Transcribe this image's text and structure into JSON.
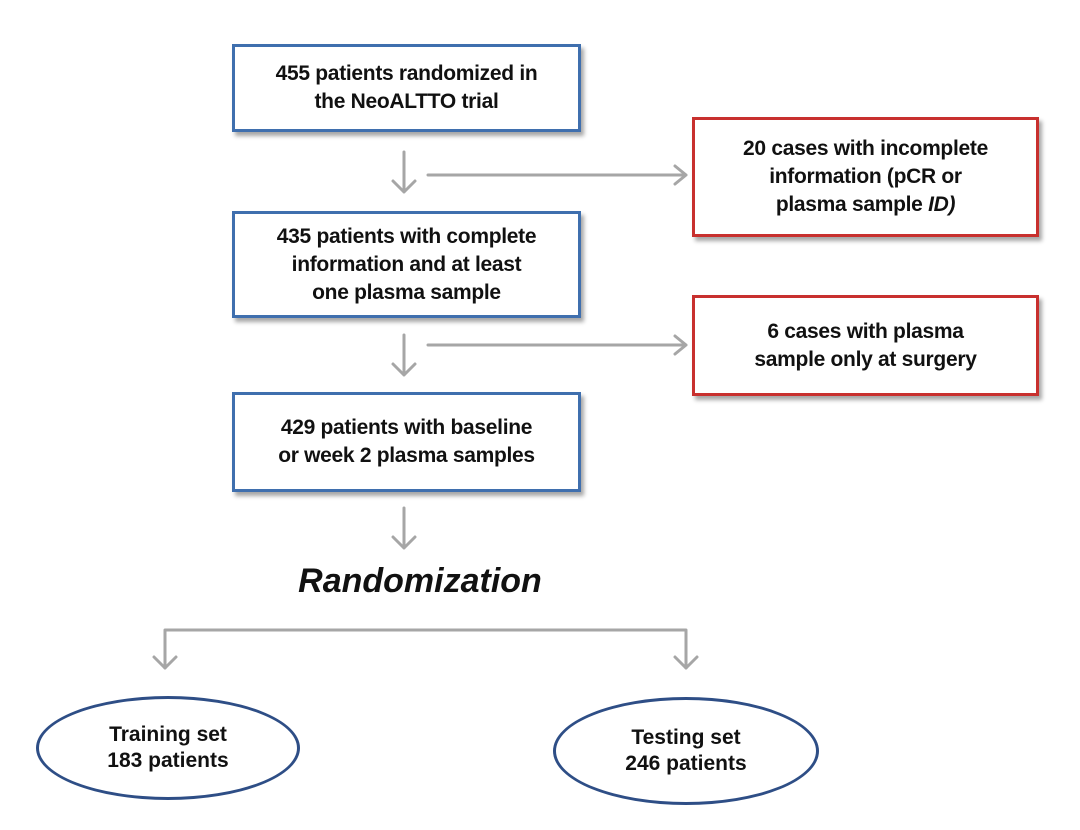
{
  "colors": {
    "blue_border": "#3f6fae",
    "red_border": "#c8302e",
    "oval_border": "#2e4e86",
    "arrow": "#a6a6a6"
  },
  "boxes": {
    "randomized": "455 patients randomized in\nthe NeoALTTO trial",
    "complete": "435 patients with complete\ninformation  and at least\none plasma  sample",
    "baseline": "429 patients with baseline\nor week 2 plasma samples"
  },
  "excluded": {
    "incomplete_main": "20 cases with incomplete\ninformation  (pCR or\nplasma sample ",
    "incomplete_id": "ID)",
    "surgery": "6 cases with plasma\nsample only at surgery"
  },
  "randomization_label": "Randomization",
  "sets": {
    "training": "Training set\n183 patients",
    "testing": "Testing set\n246 patients"
  }
}
